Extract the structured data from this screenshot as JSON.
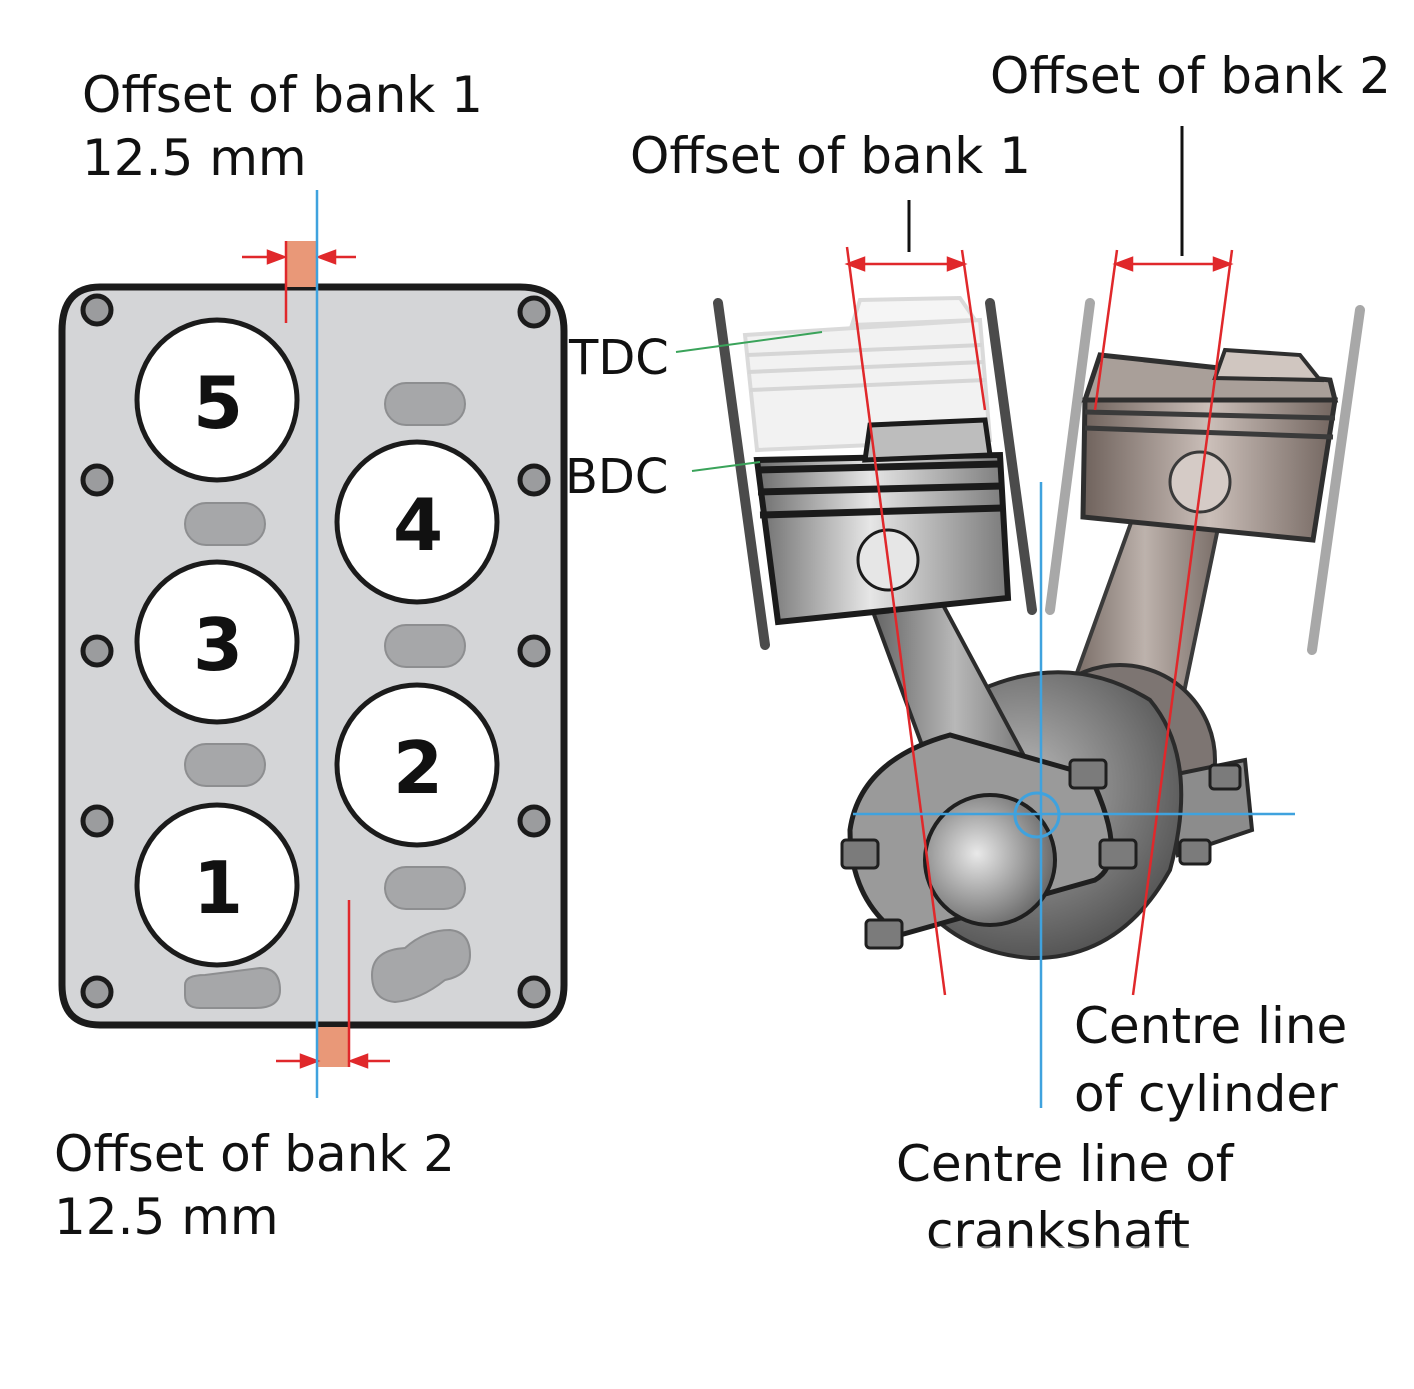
{
  "labels": {
    "left_top_offset_title": "Offset of bank 1",
    "left_top_offset_value": "12.5 mm",
    "left_bottom_offset_title": "Offset of bank 2",
    "left_bottom_offset_value": "12.5 mm",
    "right_offset_bank1": "Offset of bank 1",
    "right_offset_bank2": "Offset of bank 2",
    "tdc": "TDC",
    "bdc": "BDC",
    "cyl_centre_line_1": "Centre line",
    "cyl_centre_line_2": "of cylinder",
    "crank_centre_line_1": "Centre line of",
    "crank_centre_line_2": "crankshaft"
  },
  "cylinders": [
    {
      "number": "5",
      "bank": 1
    },
    {
      "number": "3",
      "bank": 1
    },
    {
      "number": "1",
      "bank": 1
    },
    {
      "number": "4",
      "bank": 2
    },
    {
      "number": "2",
      "bank": 2
    }
  ],
  "colors": {
    "block_fill": "#d4d5d7",
    "block_stroke": "#1b1b1b",
    "offset_marker": "#e99878",
    "dimension_red": "#e0282b",
    "centre_blue": "#3fa2de",
    "leader_green": "#3aa35a"
  }
}
